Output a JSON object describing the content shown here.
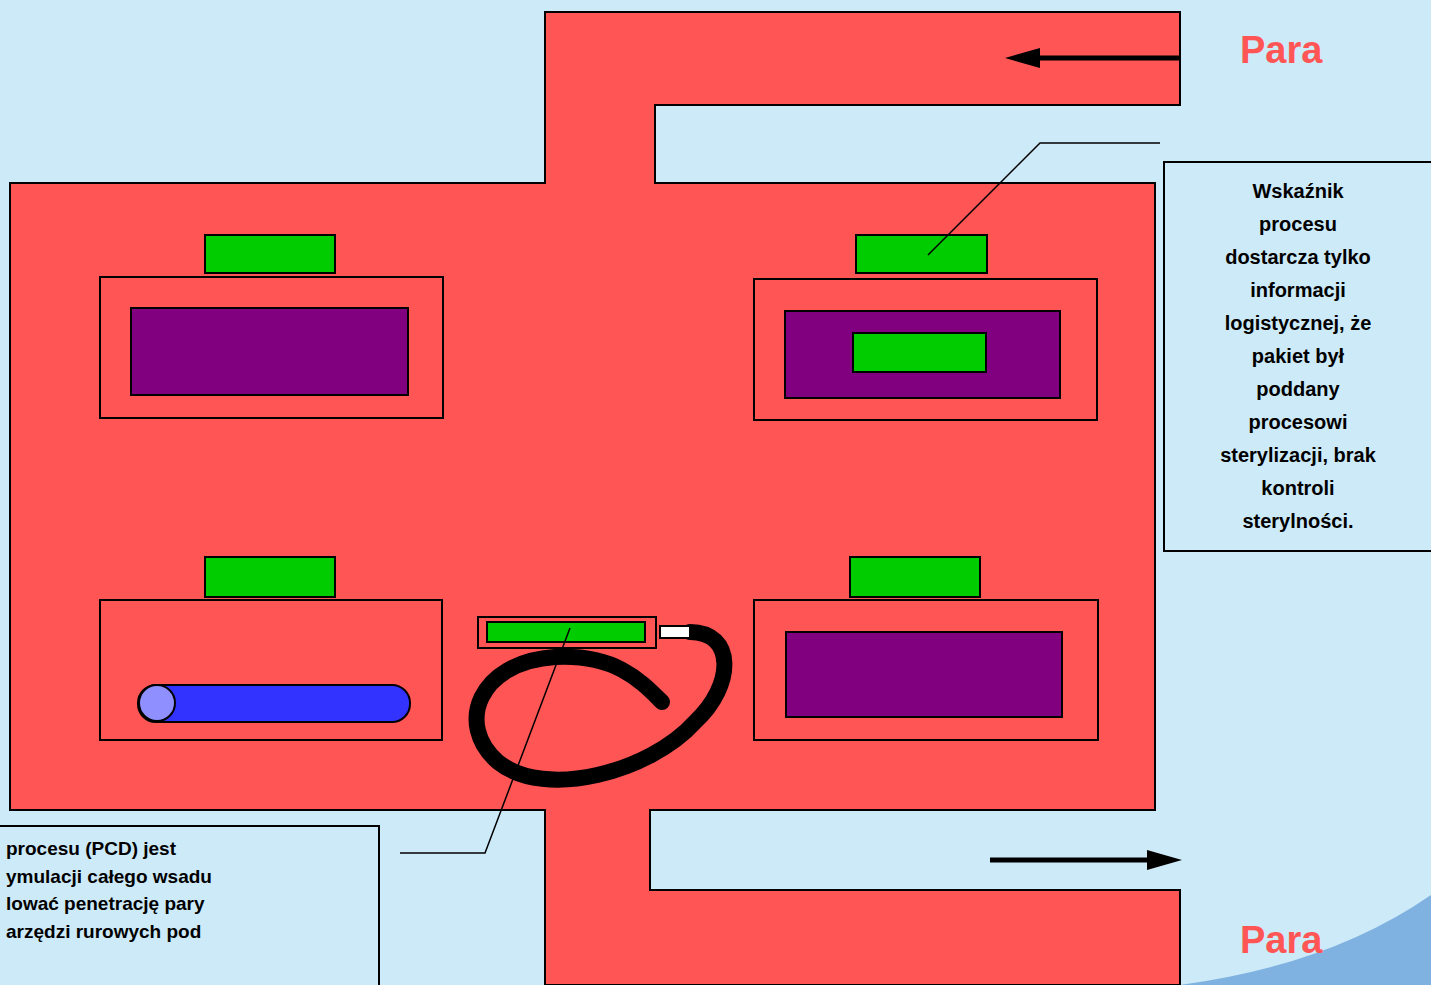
{
  "diagram": {
    "nodes": [
      {
        "text": [
          "Wskaźnik procesu dostarcza tylko informacji logistycznej, że pakiet był poddany procesowi sterylizacji, brak kontroli sterylności."
        ]
      },
      {
        "text": [
          "procesu (PCD) jest ymulacji całego wsadu lować penetrację pary arzędzi rurowych pod"
        ]
      }
    ],
    "labels": [
      "Para",
      "Para"
    ]
  }
}
